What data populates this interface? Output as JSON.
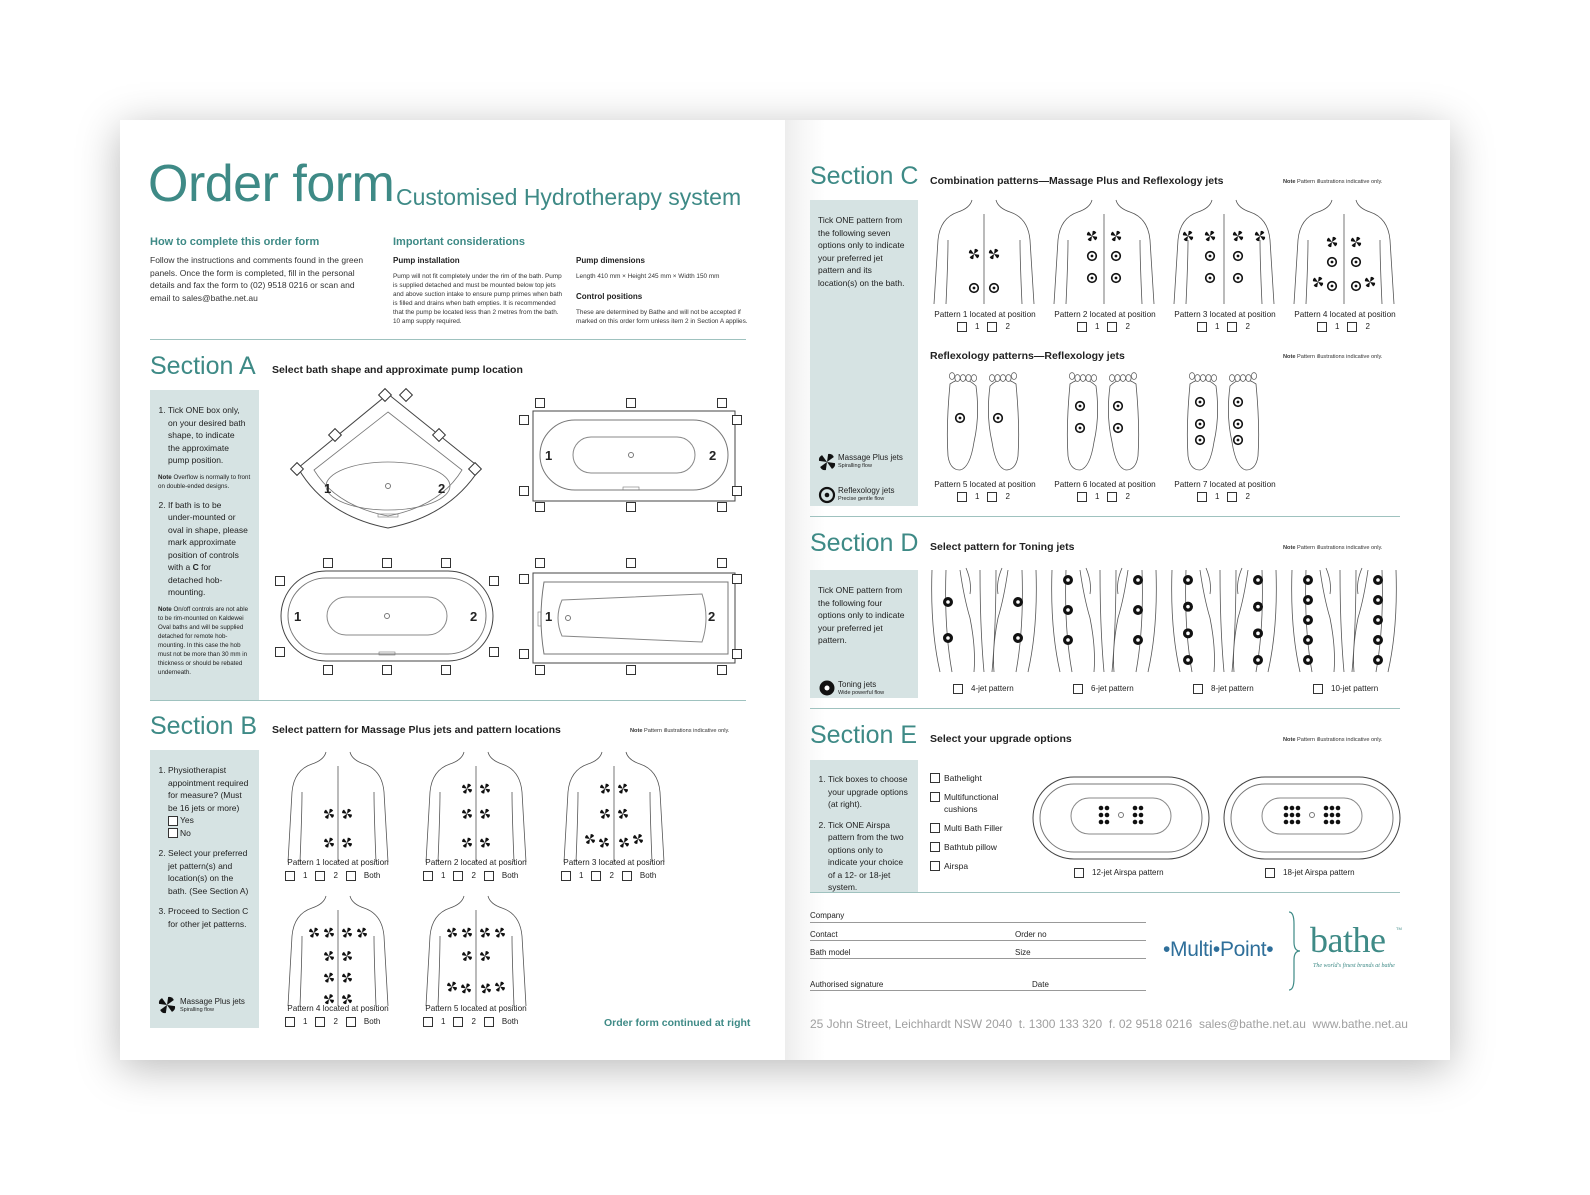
{
  "title": {
    "main": "Order form",
    "sub": "Customised Hydrotherapy system"
  },
  "how_to": {
    "heading": "How to complete this order form",
    "body": "Follow the instructions and comments found in the green panels. Once the form is completed, fill in the personal details and fax the form to (02) 9518 0216 or scan and email to sales@bathe.net.au"
  },
  "considerations": {
    "heading": "Important considerations",
    "pump_installation_heading": "Pump installation",
    "pump_installation_body": "Pump will not fit completely under the rim of the bath. Pump is supplied detached and must be mounted below top jets and above suction intake to ensure pump primes when bath is filled and drains when bath empties. It is recommended that the pump be located less than 2 metres from the bath. 10 amp supply required.",
    "pump_dimensions_heading": "Pump dimensions",
    "pump_dimensions_body": "Length 410 mm × Height 245 mm × Width 150 mm",
    "control_positions_heading": "Control positions",
    "control_positions_body": "These are determined by Bathe and will not be accepted if marked on this order form unless item 2 in Section A applies."
  },
  "section_a": {
    "title": "Section A",
    "heading": "Select bath shape and approximate pump location",
    "item1": "Tick ONE box only, on your desired bath shape, to indicate the approximate pump position.",
    "note1": "Overflow is normally to front on double-ended designs.",
    "item2_pre": "If bath is to be under-mounted or oval in shape, please mark approximate position of controls with a ",
    "item2_c": "C",
    "item2_post": " for detached hob-mounting.",
    "note2": "On/off controls are not able to be rim-mounted on Kaldewei Oval baths and will be supplied detached for remote hob-mounting. In this case the hob must not be more than 30 mm in thickness or should be rebated underneath.",
    "note_label": "Note",
    "pos1": "1",
    "pos2": "2"
  },
  "section_b": {
    "title": "Section B",
    "heading": "Select pattern for Massage Plus jets and pattern locations",
    "note_label": "Note",
    "note": "Pattern illustrations indicative only.",
    "item1": "Physiotherapist appointment required for measure? (Must be 16 jets or more)",
    "yes": "Yes",
    "no": "No",
    "item2": "Select your preferred jet pattern(s) and location(s) on the bath. (See Section A)",
    "item3": "Proceed to Section C for other jet patterns.",
    "patterns": [
      "Pattern 1 located at position",
      "Pattern 2 located at position",
      "Pattern 3 located at position",
      "Pattern 4 located at position",
      "Pattern 5 located at position"
    ],
    "opt1": "1",
    "opt2": "2",
    "opt_both": "Both",
    "legend_title": "Massage Plus jets",
    "legend_sub": "Spiralling flow",
    "continued": "Order form continued at right"
  },
  "section_c": {
    "title": "Section C",
    "heading": "Combination patterns—Massage Plus and Reflexology jets",
    "note_label": "Note",
    "note": "Pattern illustrations indicative only.",
    "panel_text": "Tick ONE pattern from the following seven options only to indicate your preferred jet pattern and its location(s) on the bath.",
    "patterns": [
      "Pattern 1 located at position",
      "Pattern 2 located at position",
      "Pattern 3 located at position",
      "Pattern 4 located at position"
    ],
    "reflex_heading": "Reflexology patterns—Reflexology jets",
    "reflex_patterns": [
      "Pattern 5 located at position",
      "Pattern 6 located at position",
      "Pattern 7 located at position"
    ],
    "opt1": "1",
    "opt2": "2",
    "legend1_title": "Massage Plus jets",
    "legend1_sub": "Spiralling flow",
    "legend2_title": "Reflexology jets",
    "legend2_sub": "Precise gentle flow"
  },
  "section_d": {
    "title": "Section D",
    "heading": "Select pattern for Toning jets",
    "note_label": "Note",
    "note": "Pattern illustrations indicative only.",
    "panel_text": "Tick ONE pattern from the following four options only to indicate your preferred jet pattern.",
    "patterns": [
      "4-jet pattern",
      "6-jet pattern",
      "8-jet pattern",
      "10-jet pattern"
    ],
    "legend_title": "Toning jets",
    "legend_sub": "Wide powerful flow"
  },
  "section_e": {
    "title": "Section E",
    "heading": "Select your upgrade options",
    "note_label": "Note",
    "note": "Pattern illustrations indicative only.",
    "item1": "Tick boxes to choose your upgrade options (at right).",
    "item2": "Tick ONE Airspa pattern from the two options only to indicate your choice of a 12- or 18-jet system.",
    "options": [
      "Bathelight",
      "Multifunctional cushions",
      "Multi Bath Filler",
      "Bathtub pillow",
      "Airspa"
    ],
    "airspa": [
      "12-jet Airspa pattern",
      "18-jet Airspa pattern"
    ]
  },
  "details": {
    "company": "Company",
    "contact": "Contact",
    "order_no": "Order no",
    "bath_model": "Bath model",
    "size": "Size",
    "signature": "Authorised signature",
    "date": "Date"
  },
  "brand": {
    "multipoint": "•Multi•Point•",
    "bathe": "bathe",
    "tm": "TM",
    "tagline": "The world's finest brands at bathe"
  },
  "footer": "25 John Street, Leichhardt NSW 2040  t. 1300 133 320  f. 02 9518 0216  sales@bathe.net.au  www.bathe.net.au",
  "colors": {
    "accent": "#3e8a86",
    "panel": "#d6e3e3",
    "rule": "#9fc2bf"
  }
}
